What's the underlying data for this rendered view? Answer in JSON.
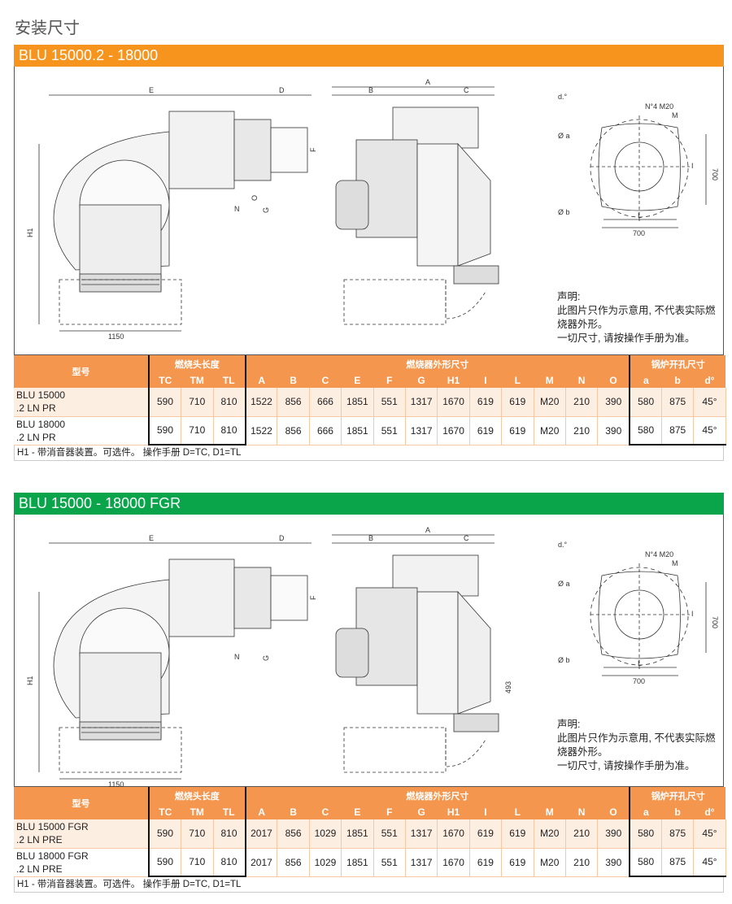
{
  "page_title": "安装尺寸",
  "sections": [
    {
      "title": "BLU 15000.2 - 18000",
      "color": "#f7941d",
      "labels": {
        "E": "E",
        "D": "D",
        "A": "A",
        "B": "B",
        "C": "C",
        "F": "F",
        "G": "G",
        "H1": "H1",
        "N": "N",
        "O": "O",
        "w1150": "1150",
        "d": "d.°",
        "n4": "N°4 M20",
        "M": "M",
        "oa": "Ø a",
        "ob": "Ø b",
        "I": "I",
        "L": "L",
        "w700": "700",
        "h700": "700",
        "h493": ""
      },
      "note": [
        "声明:",
        "此图片只作为示意用, 不代表实际燃",
        "烧器外形。",
        "一切尺寸, 请按操作手册为准。"
      ],
      "groups": [
        "型号",
        "燃烧头长度",
        "燃烧器外形尺寸",
        "锅炉开孔尺寸"
      ],
      "columns": [
        "TC",
        "TM",
        "TL",
        "A",
        "B",
        "C",
        "E",
        "F",
        "G",
        "H1",
        "I",
        "L",
        "M",
        "N",
        "O",
        "a",
        "b",
        "d°"
      ],
      "rows": [
        {
          "model": [
            "BLU 15000",
            ".2 LN PR"
          ],
          "values": [
            "590",
            "710",
            "810",
            "1522",
            "856",
            "666",
            "1851",
            "551",
            "1317",
            "1670",
            "619",
            "619",
            "M20",
            "210",
            "390",
            "580",
            "875",
            "45°"
          ]
        },
        {
          "model": [
            "BLU 18000",
            ".2 LN PR"
          ],
          "values": [
            "590",
            "710",
            "810",
            "1522",
            "856",
            "666",
            "1851",
            "551",
            "1317",
            "1670",
            "619",
            "619",
            "M20",
            "210",
            "390",
            "580",
            "875",
            "45°"
          ]
        }
      ],
      "footnote": "H1 - 带消音器装置。可选件。 操作手册 D=TC,  D1=TL"
    },
    {
      "title": "BLU 15000 - 18000 FGR",
      "color": "#0aa54b",
      "labels": {
        "E": "E",
        "D": "D",
        "A": "A",
        "B": "B",
        "C": "C",
        "F": "F",
        "G": "G",
        "H1": "H1",
        "N": "N",
        "O": "",
        "w1150": "1150",
        "d": "d.°",
        "n4": "N°4 M20",
        "M": "M",
        "oa": "Ø a",
        "ob": "Ø b",
        "I": "I",
        "L": "L",
        "w700": "700",
        "h700": "700",
        "h493": "493"
      },
      "note": [
        "声明:",
        "此图片只作为示意用, 不代表实际燃",
        "烧器外形。",
        "一切尺寸, 请按操作手册为准。"
      ],
      "groups": [
        "型号",
        "燃烧头长度",
        "燃烧器外形尺寸",
        "锅炉开孔尺寸"
      ],
      "columns": [
        "TC",
        "TM",
        "TL",
        "A",
        "B",
        "C",
        "E",
        "F",
        "G",
        "H1",
        "I",
        "L",
        "M",
        "N",
        "O",
        "a",
        "b",
        "d°"
      ],
      "rows": [
        {
          "model": [
            "BLU 15000 FGR",
            ".2 LN PRE"
          ],
          "values": [
            "590",
            "710",
            "810",
            "2017",
            "856",
            "1029",
            "1851",
            "551",
            "1317",
            "1670",
            "619",
            "619",
            "M20",
            "210",
            "390",
            "580",
            "875",
            "45°"
          ]
        },
        {
          "model": [
            "BLU 18000 FGR",
            ".2 LN PRE"
          ],
          "values": [
            "590",
            "710",
            "810",
            "2017",
            "856",
            "1029",
            "1851",
            "551",
            "1317",
            "1670",
            "619",
            "619",
            "M20",
            "210",
            "390",
            "580",
            "875",
            "45°"
          ]
        }
      ],
      "footnote": "H1 - 带消音器装置。可选件。 操作手册 D=TC,  D1=TL"
    }
  ]
}
